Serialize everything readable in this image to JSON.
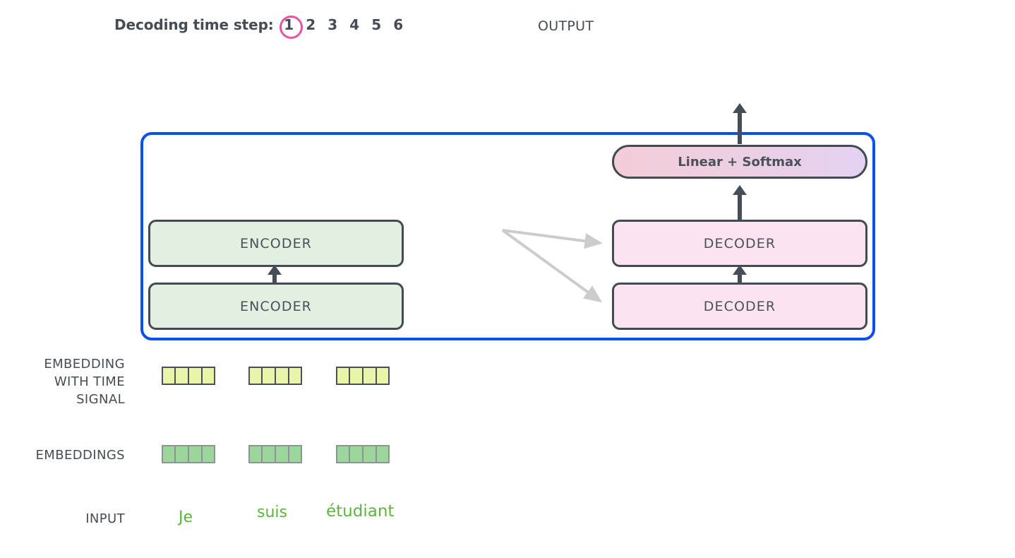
{
  "header": {
    "decoding_label": "Decoding time step:",
    "steps": [
      "1",
      "2",
      "3",
      "4",
      "5",
      "6"
    ],
    "active_step": "1",
    "active_step_ring_color": "#e8549e",
    "output_label": "OUTPUT"
  },
  "frame": {
    "border_color": "#0a4ff0"
  },
  "model": {
    "linear_softmax": "Linear + Softmax",
    "encoder_top": "ENCODER",
    "encoder_bottom": "ENCODER",
    "decoder_top": "DECODER",
    "decoder_bottom": "DECODER",
    "encoder_fill": "#e3efe0",
    "decoder_fill": "#fbe4ef",
    "block_border": "#434a51",
    "arrow_color": "#474d57",
    "cross_arrow_color": "#cccccc"
  },
  "rows": {
    "embedding_with_time_signal": "EMBEDDING\nWITH TIME\nSIGNAL",
    "embedding_with_time_signal_lines": [
      "EMBEDDING",
      "WITH TIME",
      "SIGNAL"
    ],
    "embeddings": "EMBEDDINGS",
    "input": "INPUT"
  },
  "vectors": {
    "time_signal_color": "#e9f5a8",
    "embedding_color": "#9cd69a",
    "cells_per_vector": 4,
    "count": 3
  },
  "input_words": [
    "Je",
    "suis",
    "étudiant"
  ],
  "input_word_color": "#5cb53c"
}
